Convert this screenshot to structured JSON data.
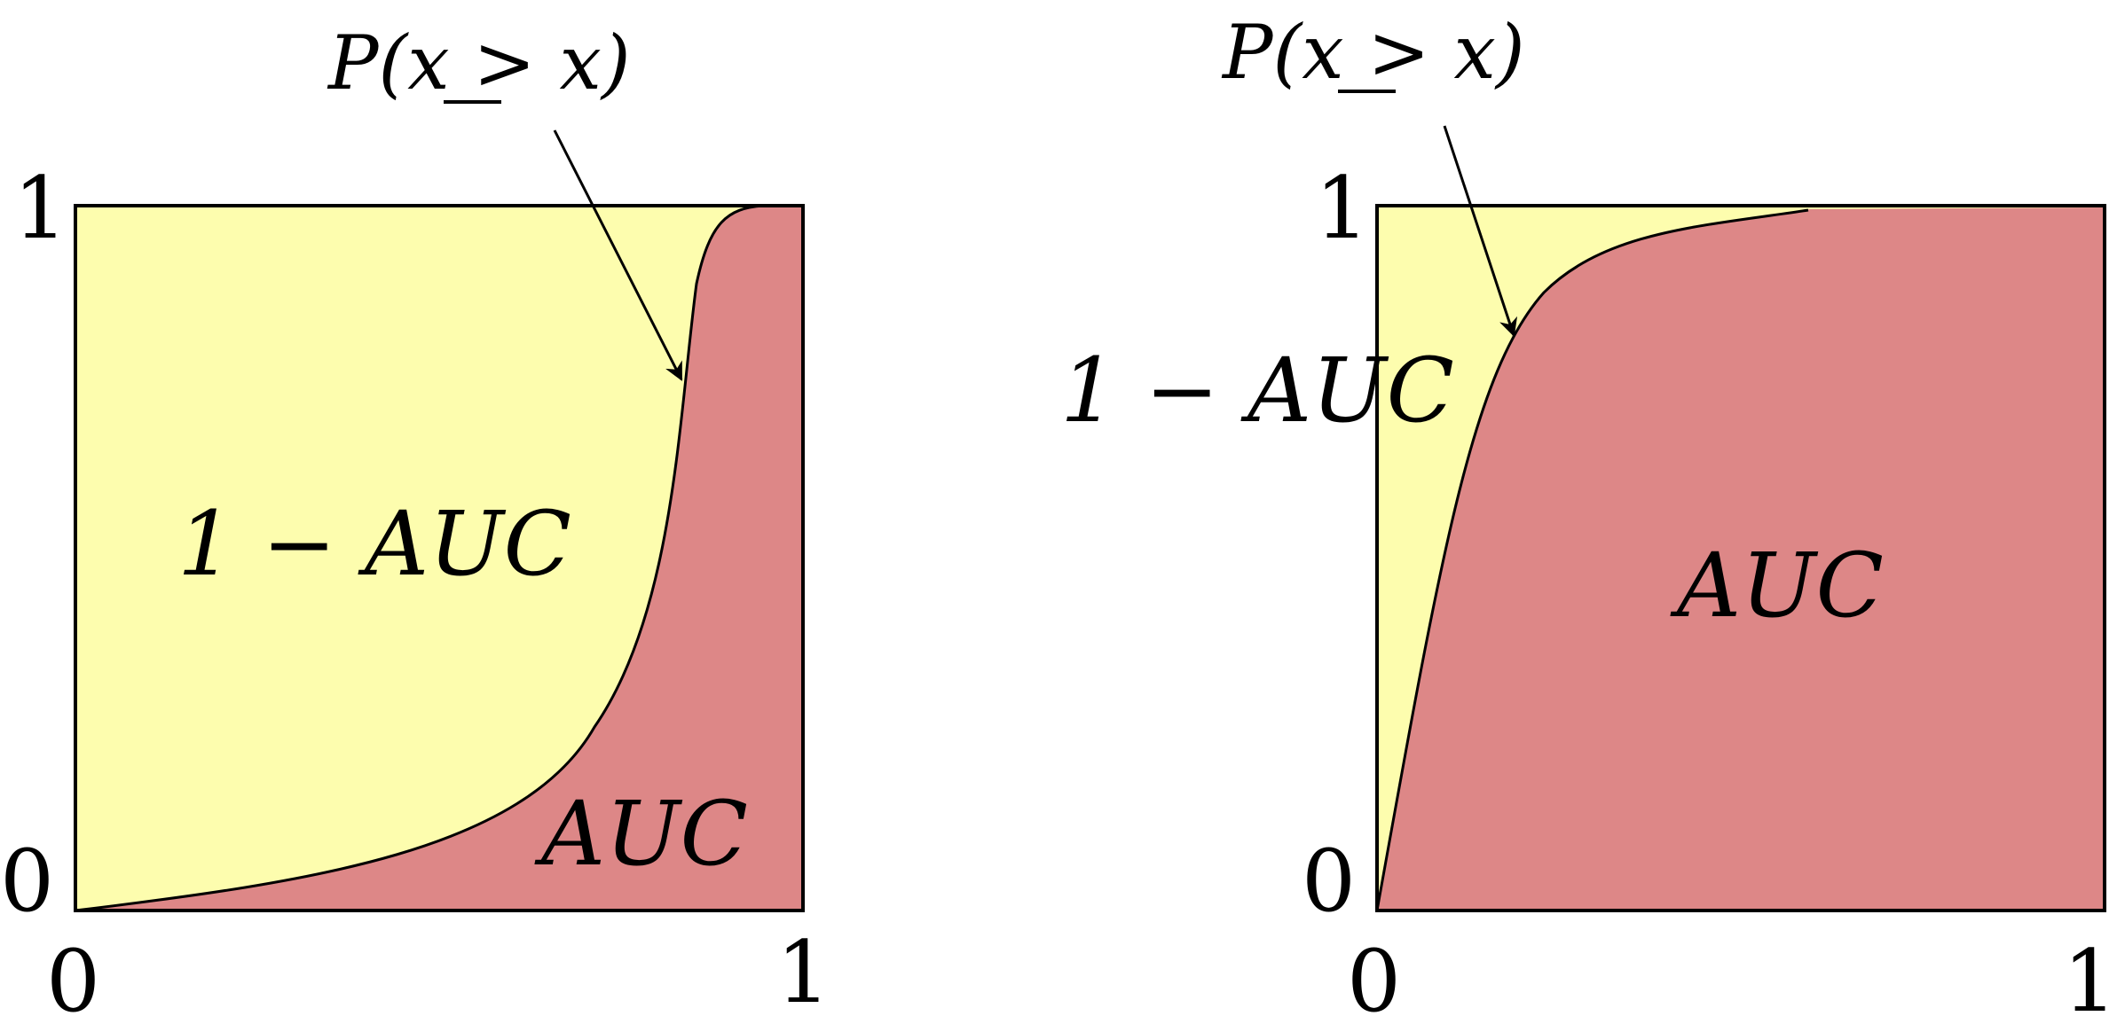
{
  "colors": {
    "upper_region": "#fdfdae",
    "lower_region": "#dd8787",
    "frame": "#000000"
  },
  "left_panel": {
    "annotation": {
      "prefix": "P(",
      "underlined_var": "x",
      "relation": " > x)"
    },
    "upper_region_label": "1 − AUC",
    "lower_region_label": "AUC",
    "y_tick_top": "1",
    "y_tick_bottom": "0",
    "x_tick_left": "0",
    "x_tick_right": "1"
  },
  "right_panel": {
    "annotation": {
      "prefix": "P(",
      "underlined_var": "x",
      "relation": " > x)"
    },
    "upper_region_label": "1 − AUC",
    "lower_region_label": "AUC",
    "y_tick_top": "1",
    "y_tick_bottom": "0",
    "x_tick_left": "0",
    "x_tick_right": "1"
  }
}
